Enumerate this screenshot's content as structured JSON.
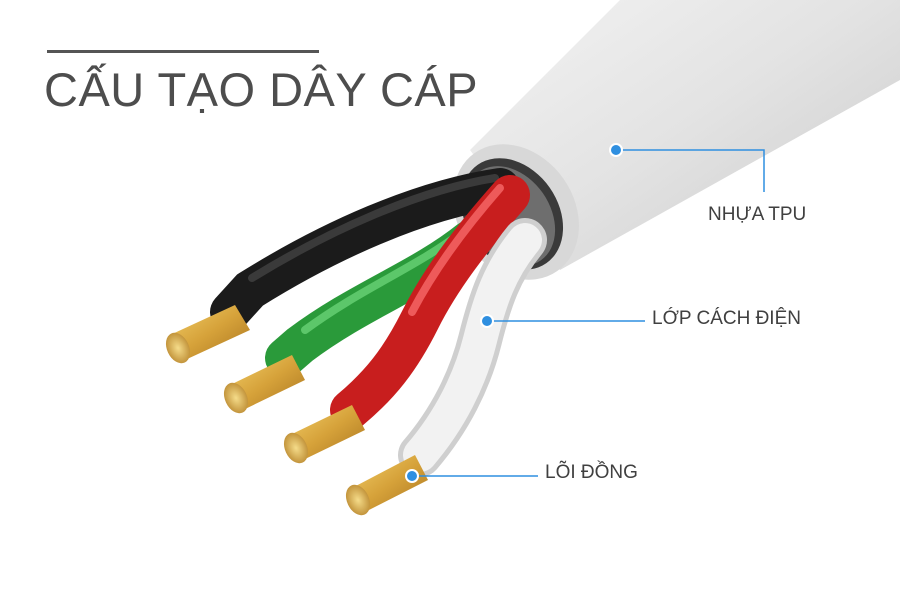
{
  "title": "CẤU TẠO DÂY CÁP",
  "labels": {
    "tpu": "NHỰA TPU",
    "insulation": "LỚP CÁCH ĐIỆN",
    "copper": "LÕI ĐỒNG"
  },
  "colors": {
    "callout": "#2f8fe0",
    "jacket": "#e6e6e6",
    "wire_black": "#1b1b1b",
    "wire_red": "#c81e1e",
    "wire_green": "#2a9a3a",
    "wire_white": "#eeeeee",
    "copper": "#d9a63c"
  }
}
